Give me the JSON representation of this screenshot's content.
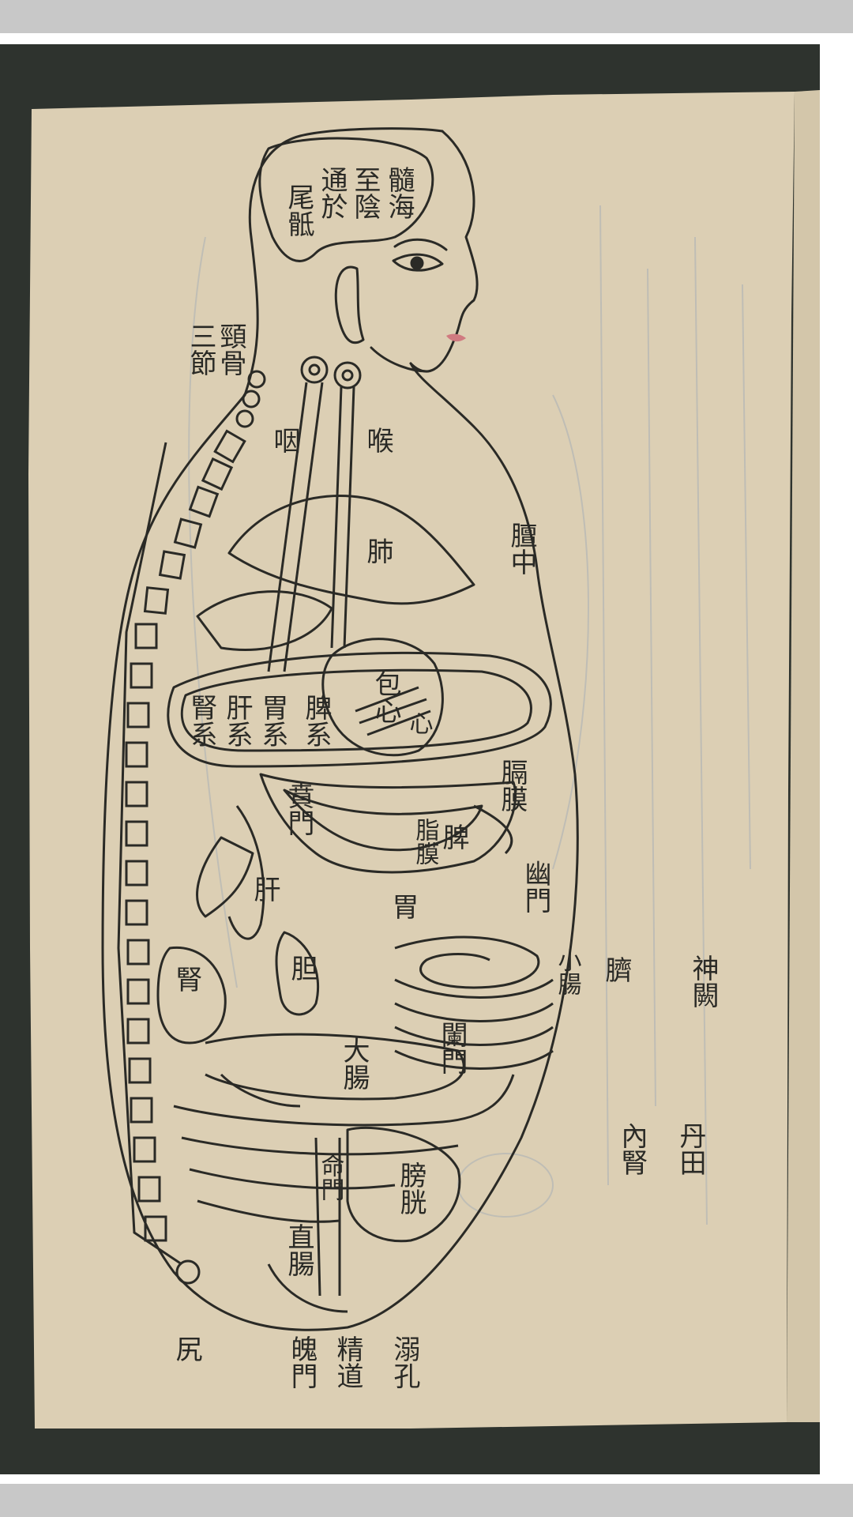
{
  "labels": {
    "sui_hai": "髓海",
    "zhi_yin": "至陰",
    "tong_yu": "通於",
    "wei_di": "尾骶",
    "jing_gu": "頸骨",
    "san_jie": "三節",
    "yan": "咽",
    "hou": "喉",
    "fei": "肺",
    "tan_zhong": "膻中",
    "xin_bao": "包心",
    "xin": "心",
    "pi_xi": "脾系",
    "wei_xi": "胃系",
    "gan_xi": "肝系",
    "shen_xi": "腎系",
    "ge_mo": "膈膜",
    "ben_men": "賁門",
    "pi": "脾",
    "zhi_mo": "脂膜",
    "gan": "肝",
    "wei": "胃",
    "you_men": "幽門",
    "xiao_chang": "小腸",
    "shen": "腎",
    "dan": "胆",
    "lan_men": "闌門",
    "da_chang": "大腸",
    "shen_que": "神闕",
    "qi": "臍",
    "dan_tian": "丹田",
    "nei_shen": "內腎",
    "ming_men": "命門",
    "pang_guang": "膀胱",
    "zhi_chang": "直腸",
    "ni_kong": "溺孔",
    "jing_dao": "精道",
    "po_men": "魄門",
    "kao": "尻"
  },
  "colors": {
    "paper": "#dccfb4",
    "ink": "#2a2a26",
    "lips": "#d07a80",
    "board": "#2e332e",
    "margin_band": "#c8c8c8"
  }
}
